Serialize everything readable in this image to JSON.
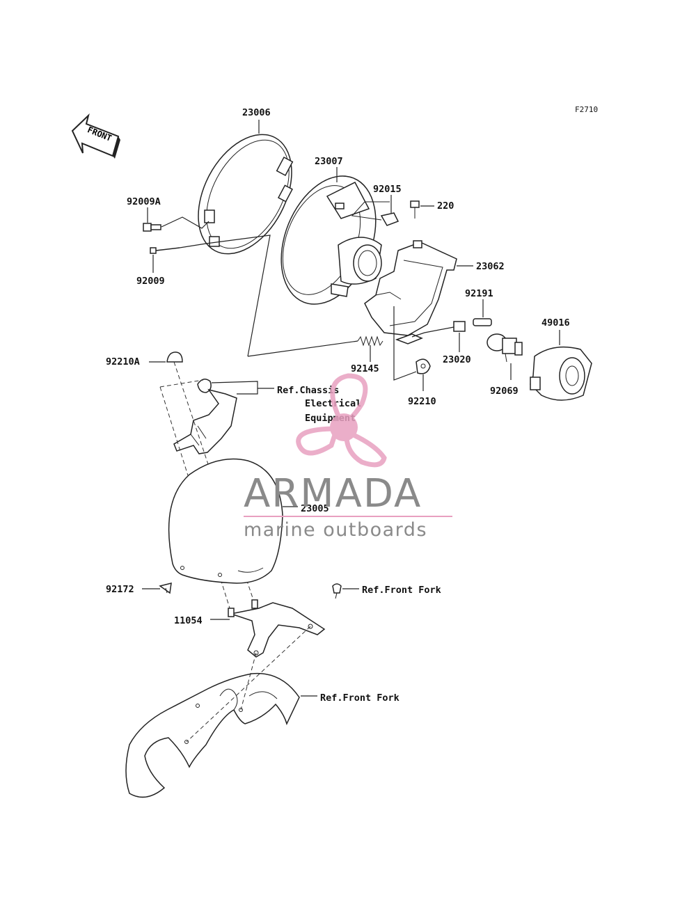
{
  "diagram_code": "F2710",
  "front_label": "FRONT",
  "parts": {
    "p23006": "23006",
    "p23007": "23007",
    "p92015": "92015",
    "p220": "220",
    "p92009A": "92009A",
    "p92009": "92009",
    "p23062": "23062",
    "p92191": "92191",
    "p49016": "49016",
    "p92210A": "92210A",
    "p92145": "92145",
    "p23020": "23020",
    "p92210": "92210",
    "p92069": "92069",
    "p23005": "23005",
    "p92172": "92172",
    "p11054": "11054"
  },
  "references": {
    "chassis_line1": "Ref.Chassis",
    "chassis_line2": "Electrical",
    "chassis_line3": "Equipment",
    "front_fork_1": "Ref.Front Fork",
    "front_fork_2": "Ref.Front Fork"
  },
  "watermark": {
    "brand": "ARMADA",
    "tagline": "marine outboards",
    "colors": {
      "logo": "#e8a0c0",
      "text": "#8a8a8a",
      "rule": "#e8a0c0"
    }
  }
}
